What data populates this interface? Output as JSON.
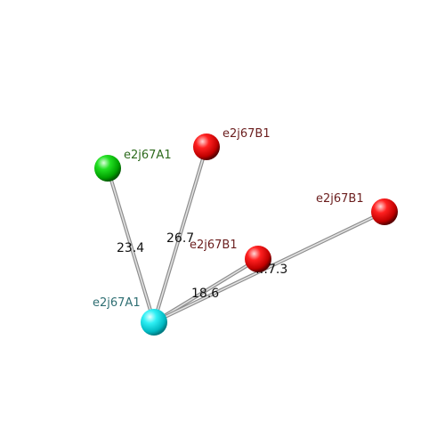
{
  "nodes": [
    {
      "id": "n1",
      "label": "e2j67A1",
      "color": "#00e5ee",
      "label_color": "#2f6f73"
    },
    {
      "id": "n2",
      "label": "e2j67A1",
      "color": "#00dd00",
      "label_color": "#2e6b1e"
    },
    {
      "id": "n3",
      "label": "e2j67B1",
      "color": "#ee0000",
      "label_color": "#6b1e1e"
    },
    {
      "id": "n4",
      "label": "e2j67B1",
      "color": "#ee0000",
      "label_color": "#6b1e1e"
    },
    {
      "id": "n5",
      "label": "e2j67B1",
      "color": "#ee0000",
      "label_color": "#6b1e1e"
    }
  ],
  "edges": [
    {
      "from": "n1",
      "to": "n2",
      "label": "23.4"
    },
    {
      "from": "n1",
      "to": "n3",
      "label": "26.7"
    },
    {
      "from": "n1",
      "to": "n4",
      "label": "18.6"
    },
    {
      "from": "n1",
      "to": "n5",
      "label": "…7.3"
    }
  ]
}
